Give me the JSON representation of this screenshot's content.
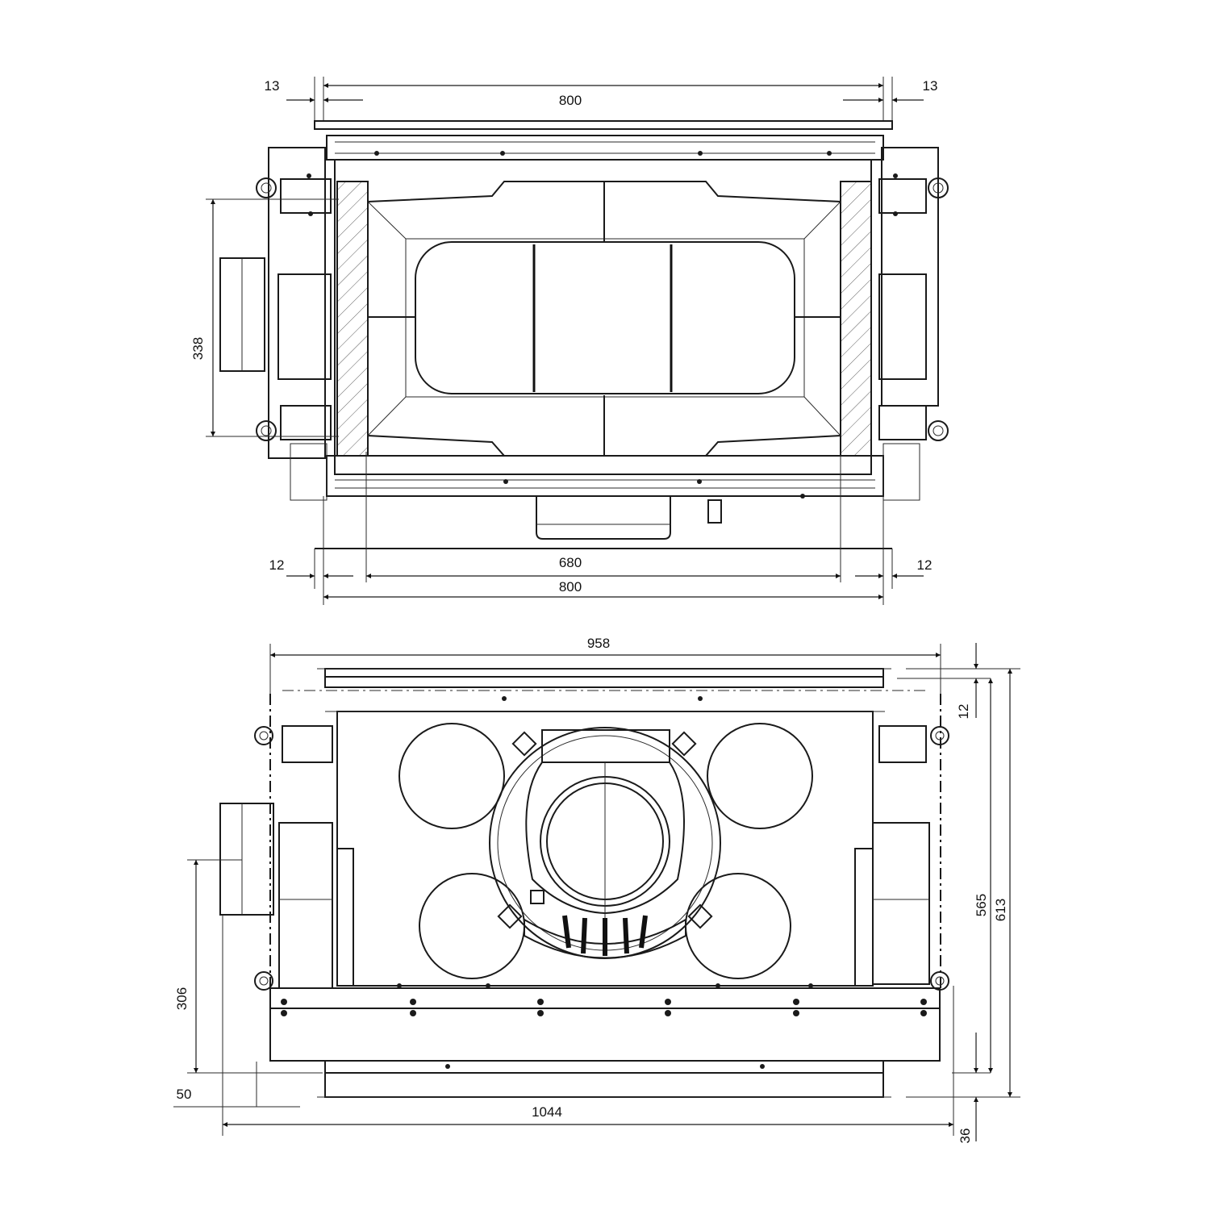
{
  "top_view": {
    "dim_left_gap": "13",
    "dim_right_gap": "13",
    "dim_width_top": "800",
    "dim_height": "338",
    "dim_bottom_left_gap": "12",
    "dim_bottom_right_gap": "12",
    "dim_inner_width": "680",
    "dim_width_bottom": "800"
  },
  "front_view": {
    "dim_width_958": "958",
    "dim_top_gap": "12",
    "dim_height_565": "565",
    "dim_height_613": "613",
    "dim_height_306": "306",
    "dim_bottom_50": "50",
    "dim_width_1044": "1044",
    "dim_bottom_36": "36"
  }
}
